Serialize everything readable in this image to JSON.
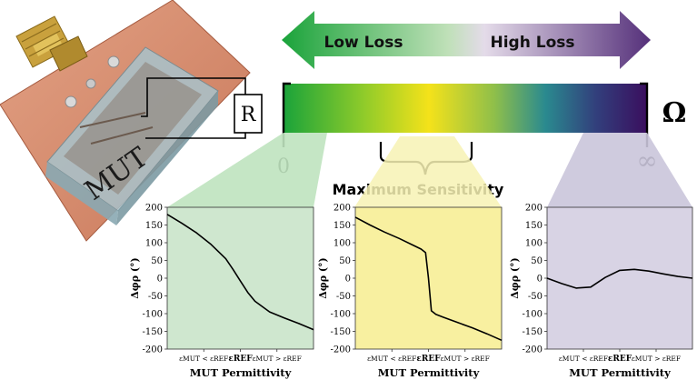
{
  "colors": {
    "board": "#d98a6a",
    "board_edge": "#a55a3f",
    "pad": "#e7ae90",
    "gold": "#c9a13d",
    "resin": "#b9d1d8",
    "left_panel": "#cfe7cf",
    "left_cone": "#bfe3bf",
    "mid_panel": "#f8f0a0",
    "mid_cone": "#f7f2b4",
    "right_panel": "#d8d3e4",
    "right_cone": "#cac5da",
    "grad_left": "#1aa33a",
    "grad_mid": "#f4e21a",
    "grad_cyan": "#2a8a8f",
    "grad_right": "#3a0e5e"
  },
  "labels": {
    "low_loss": "Low Loss",
    "high_loss": "High Loss",
    "ohm": "Ω",
    "zero": "0",
    "infinity": "∞",
    "max_sensitivity": "Maximum Sensitivity",
    "resistor": "R",
    "mut": "MUT"
  },
  "chart_data": [
    {
      "type": "line",
      "ylabel": "Δφρ (°)",
      "xlabel": "MUT Permittivity",
      "xticks": [
        "εMUT < εREF",
        "εREF",
        "εMUT > εREF"
      ],
      "yticks": [
        200,
        150,
        100,
        50,
        0,
        -50,
        -100,
        -150,
        -200
      ],
      "ylim": [
        -200,
        200
      ],
      "x": [
        0,
        0.1,
        0.2,
        0.3,
        0.4,
        0.45,
        0.5,
        0.55,
        0.6,
        0.7,
        0.8,
        0.9,
        1.0
      ],
      "y": [
        180,
        155,
        128,
        95,
        55,
        25,
        -8,
        -40,
        -65,
        -95,
        -112,
        -128,
        -145
      ]
    },
    {
      "type": "line",
      "ylabel": "Δφρ (°)",
      "xlabel": "MUT Permittivity",
      "xticks": [
        "εMUT < εREF",
        "εREF",
        "εMUT > εREF"
      ],
      "yticks": [
        200,
        150,
        100,
        50,
        0,
        -50,
        -100,
        -150,
        -200
      ],
      "ylim": [
        -200,
        200
      ],
      "x": [
        0,
        0.1,
        0.2,
        0.3,
        0.4,
        0.45,
        0.48,
        0.5,
        0.52,
        0.55,
        0.6,
        0.7,
        0.8,
        0.9,
        1.0
      ],
      "y": [
        172,
        150,
        130,
        112,
        92,
        82,
        72,
        0,
        -92,
        -102,
        -110,
        -125,
        -140,
        -157,
        -175
      ]
    },
    {
      "type": "line",
      "ylabel": "Δφρ (°)",
      "xlabel": "MUT Permittivity",
      "xticks": [
        "εMUT < εREF",
        "εREF",
        "εMUT > εREF"
      ],
      "yticks": [
        200,
        150,
        100,
        50,
        0,
        -50,
        -100,
        -150,
        -200
      ],
      "ylim": [
        -200,
        200
      ],
      "x": [
        0,
        0.1,
        0.2,
        0.3,
        0.4,
        0.5,
        0.6,
        0.7,
        0.8,
        0.9,
        1.0
      ],
      "y": [
        0,
        -15,
        -28,
        -25,
        2,
        22,
        25,
        20,
        12,
        5,
        0
      ]
    }
  ]
}
